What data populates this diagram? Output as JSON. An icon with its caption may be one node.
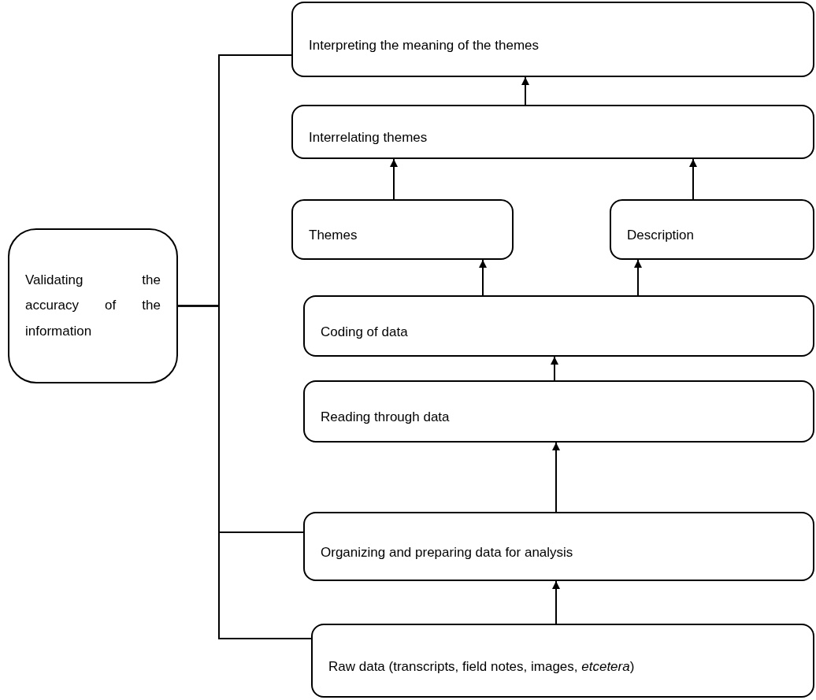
{
  "diagram": {
    "nodes": [
      {
        "text": [
          "Validating the accuracy of the information"
        ]
      },
      {
        "text": [
          "Interpreting the meaning of the themes"
        ]
      },
      {
        "text": [
          "Interrelating themes"
        ]
      },
      {
        "text": [
          "Themes"
        ]
      },
      {
        "text": [
          "Description"
        ]
      },
      {
        "text": [
          "Coding of data"
        ]
      },
      {
        "text": [
          "Reading through data"
        ]
      },
      {
        "text": [
          "Organizing and preparing data for analysis"
        ]
      },
      {
        "text": [
          "Raw data (transcripts, field notes, images, *etcetera*)"
        ]
      }
    ],
    "edges": [
      {
        "from": 8,
        "to": 7,
        "arrow": "to"
      },
      {
        "from": 7,
        "to": 6,
        "arrow": "to"
      },
      {
        "from": 6,
        "to": 5,
        "arrow": "to"
      },
      {
        "from": 5,
        "to": 3,
        "arrow": "to"
      },
      {
        "from": 5,
        "to": 4,
        "arrow": "to"
      },
      {
        "from": 3,
        "to": 2,
        "arrow": "to"
      },
      {
        "from": 4,
        "to": 2,
        "arrow": "to"
      },
      {
        "from": 2,
        "to": 1,
        "arrow": "to"
      },
      {
        "from": 0,
        "to": 1,
        "arrow": "none"
      },
      {
        "from": 0,
        "to": 7,
        "arrow": "none"
      },
      {
        "from": 0,
        "to": 8,
        "arrow": "none"
      }
    ]
  }
}
